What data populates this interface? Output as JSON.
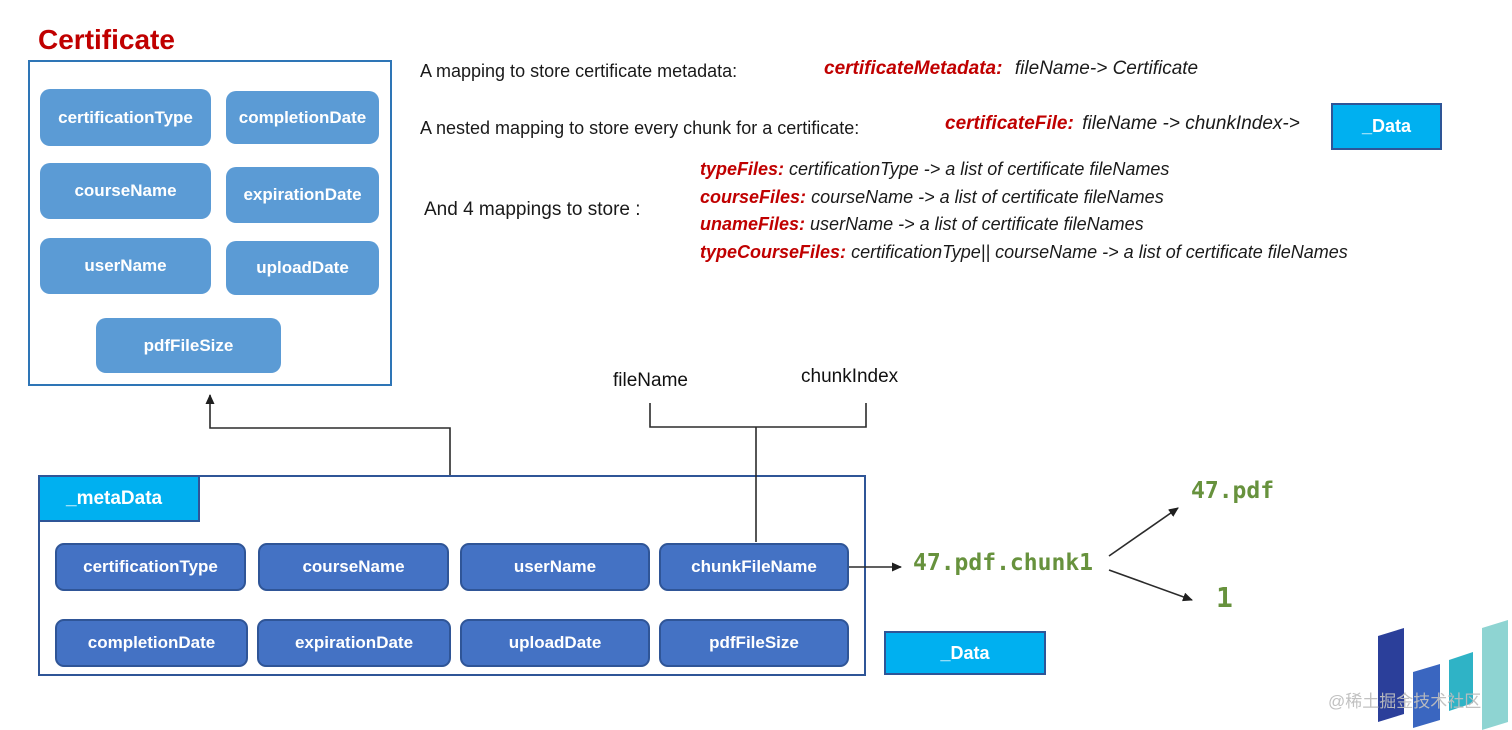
{
  "certificate": {
    "title": "Certificate",
    "fields": [
      "certificationType",
      "completionDate",
      "courseName",
      "expirationDate",
      "userName",
      "uploadDate",
      "pdfFileSize"
    ]
  },
  "annotations": {
    "line1_label": "A mapping to store certificate metadata:",
    "line1_key": "certificateMetadata:",
    "line1_value": "fileName-> Certificate",
    "line2_label": "A nested mapping to store every chunk for a certificate:",
    "line2_key": "certificateFile:",
    "line2_value": "fileName -> chunkIndex->",
    "data_box_top": "_Data",
    "mappings_label": "And 4 mappings to store :",
    "mappings": [
      {
        "key": "typeFiles:",
        "value": "certificationType  -> a list of certificate fileNames"
      },
      {
        "key": "courseFiles:",
        "value": "courseName  -> a list of certificate fileNames"
      },
      {
        "key": "unameFiles:",
        "value": "userName -> a list of certificate fileNames"
      },
      {
        "key": "typeCourseFiles:",
        "value": "certificationType|| courseName -> a list of certificate fileNames"
      }
    ]
  },
  "bracket": {
    "left_label": "fileName",
    "right_label": "chunkIndex"
  },
  "metadata_box": {
    "tab": "_metaData",
    "row1": [
      "certificationType",
      "courseName",
      "userName",
      "chunkFileName"
    ],
    "row2": [
      "completionDate",
      "expirationDate",
      "uploadDate",
      "pdfFileSize"
    ]
  },
  "chunk_example": {
    "combined": "47.pdf.chunk1",
    "file": "47.pdf",
    "index": "1"
  },
  "data_box_bottom": "_Data",
  "watermark": "@稀土掘金技术社区",
  "colors": {
    "title_red": "#c00000",
    "light_button": "#5b9bd5",
    "dark_button": "#4472c4",
    "cert_border": "#2e75b6",
    "meta_border": "#2f5597",
    "cyan_box": "#00b0f0",
    "code_green": "#67923d"
  }
}
